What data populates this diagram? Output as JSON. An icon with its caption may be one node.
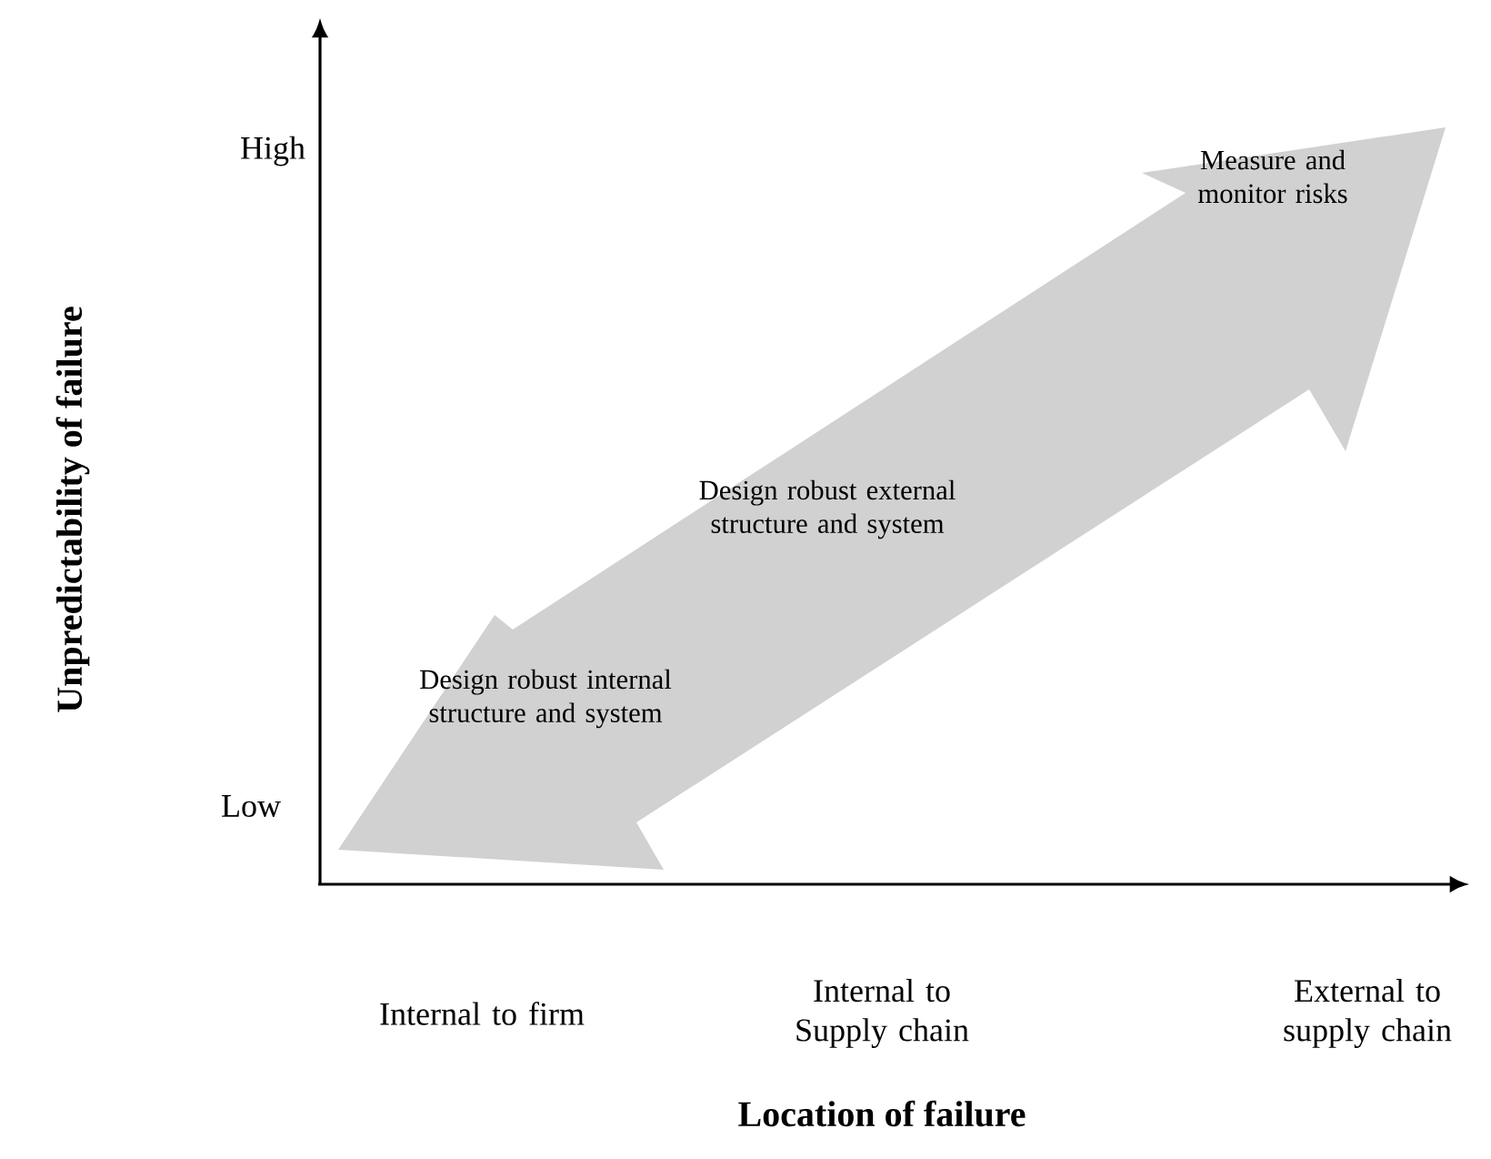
{
  "diagram": {
    "labels": [
      "High",
      "Measure and monitor risks",
      "Design robust external structure and system",
      "Design robust internal structure and system",
      "Low",
      "Internal to firm",
      "Internal to Supply chain",
      "External to supply chain",
      "Location of failure",
      "Unpredictability of failure"
    ]
  }
}
